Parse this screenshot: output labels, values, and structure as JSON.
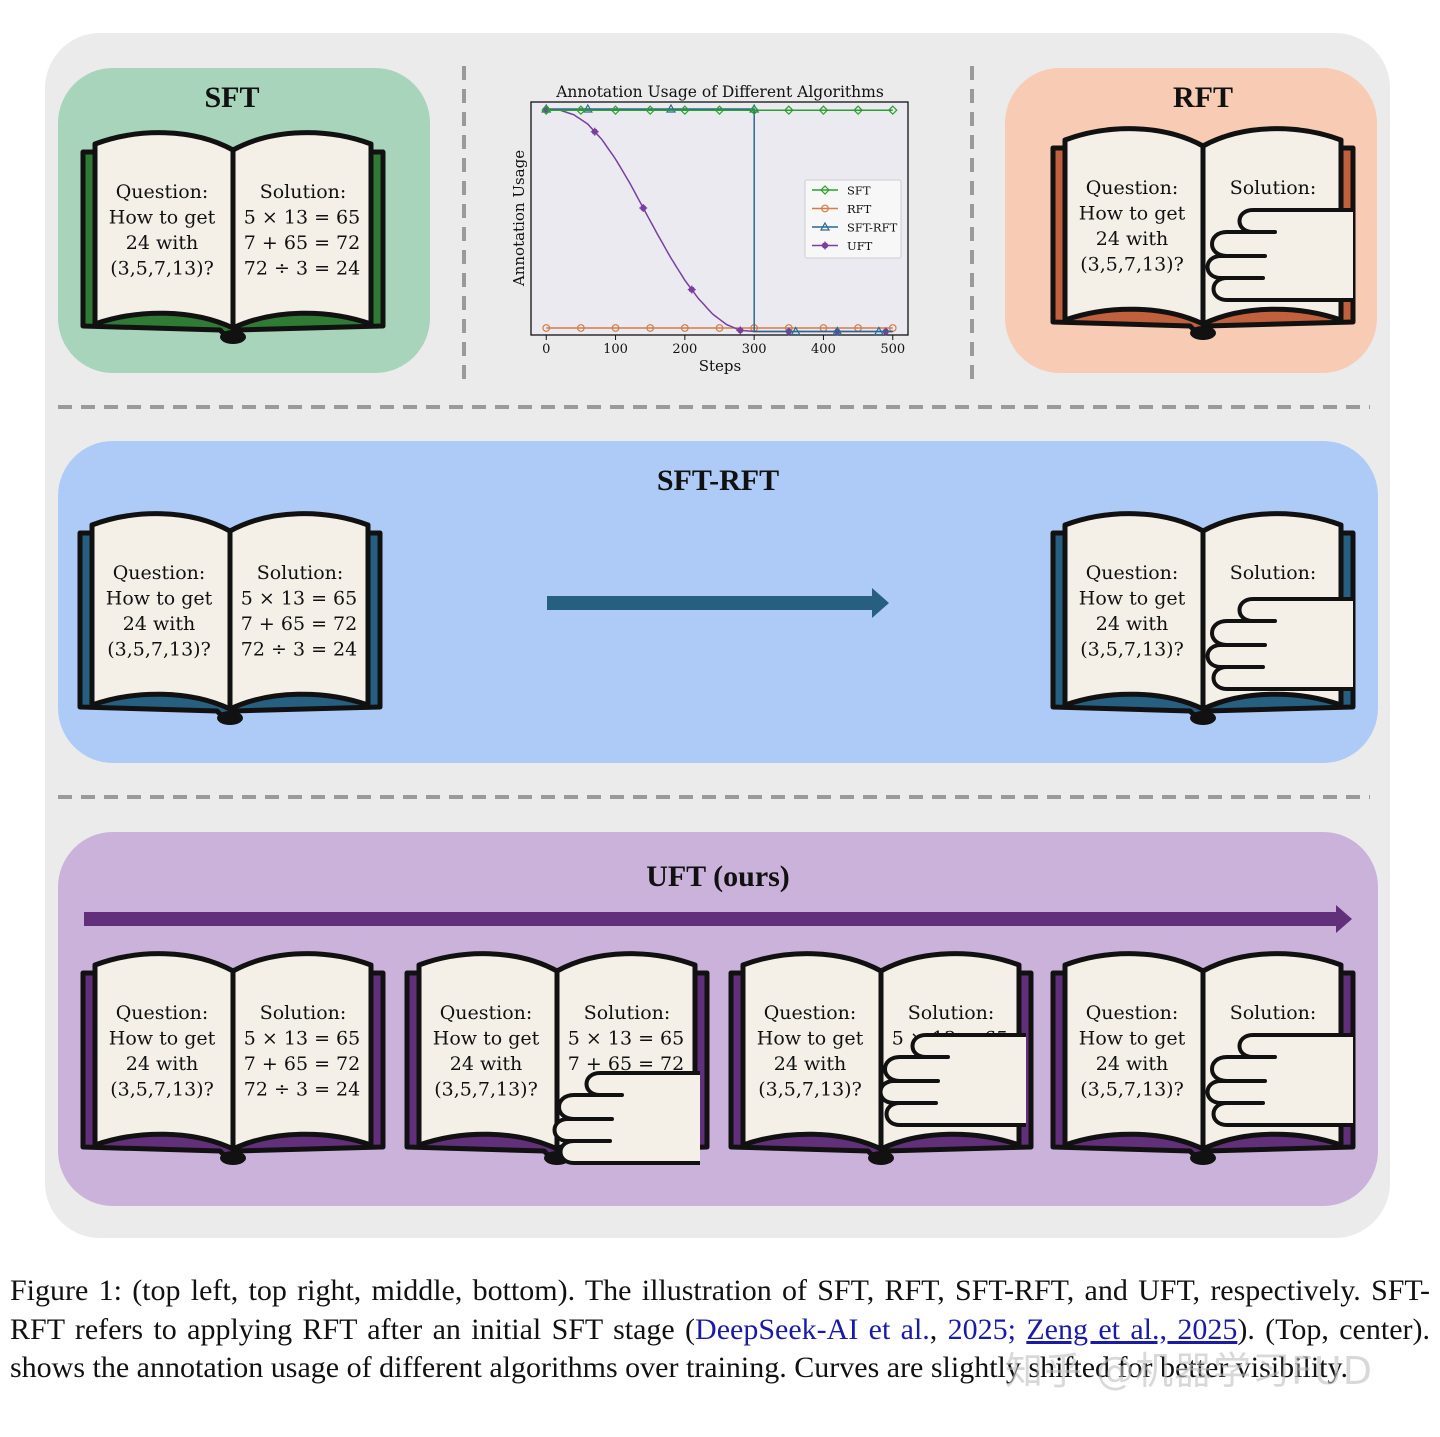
{
  "colors": {
    "figure_bg": "#ebebeb",
    "sft_panel": "#a8d4bc",
    "sft_book": "#2f7a35",
    "rft_panel": "#f8cbb4",
    "rft_book": "#c0603c",
    "sftrft_panel": "#aecbf7",
    "sftrft_book": "#265f80",
    "uft_panel": "#cbb2db",
    "uft_book": "#62307a",
    "page": "#f4efe7",
    "series_sft": "#2ca02c",
    "series_rft": "#d67c45",
    "series_sftrft": "#2a6a8c",
    "series_uft": "#7a3fa0"
  },
  "panels": {
    "sft": {
      "title": "SFT"
    },
    "rft": {
      "title": "RFT"
    },
    "sftrft": {
      "title": "SFT-RFT"
    },
    "uft": {
      "title": "UFT (ours)"
    }
  },
  "book_text": {
    "question": [
      "Question:",
      "How to get",
      "24 with",
      "(3,5,7,13)?"
    ],
    "solution_label": "Solution:",
    "solution_steps": [
      "5 × 13 = 65",
      "7 + 65 = 72",
      "72 ÷ 3 = 24"
    ]
  },
  "chart_data": {
    "type": "line",
    "title": "Annotation Usage of Different Algorithms",
    "xlabel": "Steps",
    "ylabel": "Annotation Usage",
    "xlim": [
      -22,
      522
    ],
    "ylim": [
      0,
      1
    ],
    "xticks": [
      0,
      100,
      200,
      300,
      400,
      500
    ],
    "grid": false,
    "legend_position": "center-right",
    "series": [
      {
        "name": "SFT",
        "marker": "diamond",
        "x": [
          0,
          500
        ],
        "y": [
          0.965,
          0.965
        ],
        "marker_x": [
          0,
          50,
          100,
          150,
          200,
          250,
          300,
          350,
          400,
          450,
          500
        ]
      },
      {
        "name": "RFT",
        "marker": "circle",
        "x": [
          0,
          500
        ],
        "y": [
          0.03,
          0.03
        ],
        "marker_x": [
          0,
          50,
          100,
          150,
          200,
          250,
          300,
          350,
          400,
          450,
          500
        ]
      },
      {
        "name": "SFT-RFT",
        "marker": "triangle",
        "x": [
          0,
          300,
          300,
          500
        ],
        "y": [
          0.97,
          0.97,
          0.015,
          0.015
        ],
        "marker_x": [
          0,
          60,
          180,
          300,
          360,
          420,
          480
        ]
      },
      {
        "name": "UFT",
        "marker": "plus",
        "x": [
          0,
          20,
          40,
          60,
          80,
          100,
          120,
          140,
          160,
          180,
          200,
          220,
          240,
          260,
          280,
          300,
          350,
          400,
          450,
          500
        ],
        "y": [
          0.97,
          0.965,
          0.945,
          0.905,
          0.84,
          0.755,
          0.655,
          0.545,
          0.435,
          0.33,
          0.235,
          0.155,
          0.09,
          0.045,
          0.02,
          0.015,
          0.015,
          0.015,
          0.015,
          0.015
        ],
        "marker_x": [
          0,
          70,
          140,
          210,
          280,
          350,
          420,
          490
        ]
      }
    ]
  },
  "caption": {
    "part1": "Figure 1: (top left, top right, middle, bottom). The illustration of SFT, RFT, SFT-RFT, and UFT, respectively. SFT-RFT refers to applying RFT after an initial SFT stage (",
    "link1": "DeepSeek-AI et al.",
    "sep1": ", ",
    "link2": "2025",
    "sep2": "; ",
    "link3": "Zeng et al., 2025",
    "part2": "). (Top, center). shows the annotation usage of different algorithms over training. Curves are slightly shifted for better visibility."
  },
  "watermark": "知乎 @机器学习FUD"
}
